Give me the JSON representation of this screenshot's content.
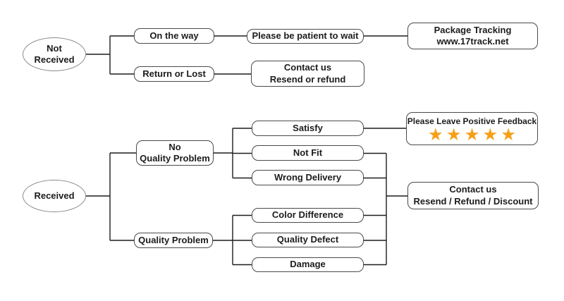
{
  "palette": {
    "background": "#ffffff",
    "connector_line": "#1c1c1c",
    "box_border": "#4a4a4a",
    "ellipse_border": "#8a8a8a",
    "text": "#1c1c1c",
    "star": "#f5a019"
  },
  "not_received_flow": {
    "root": "Not\nReceived",
    "on_the_way": "On the way",
    "please_wait": "Please be patient to wait",
    "package_tracking": "Package Tracking\nwww.17track.net",
    "return_or_lost": "Return or Lost",
    "contact": "Contact us\nResend or refund"
  },
  "received_flow": {
    "root": "Received",
    "no_quality_problem": "No\nQuality Problem",
    "satisfy": "Satisfy",
    "feedback_title": "Please Leave Positive Feedback",
    "feedback_stars": "★★★★★",
    "not_fit": "Not Fit",
    "wrong_delivery": "Wrong Delivery",
    "quality_problem": "Quality Problem",
    "color_difference": "Color Difference",
    "quality_defect": "Quality Defect",
    "damage": "Damage",
    "contact": "Contact us\nResend / Refund / Discount"
  }
}
